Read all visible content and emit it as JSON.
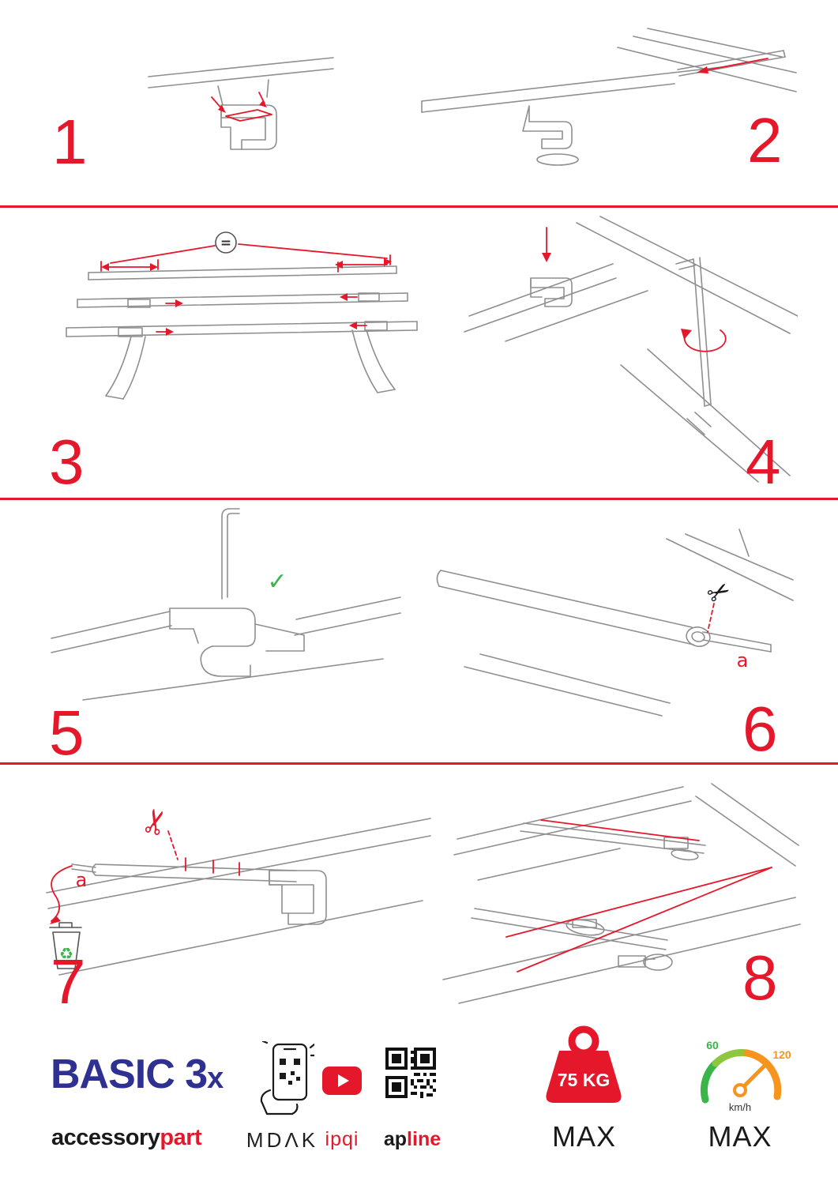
{
  "page": {
    "accent_red": "#e5182b",
    "navy": "#2e3192",
    "green": "#3ab54a",
    "orange": "#f7941d",
    "line_gray": "#8f8f8f"
  },
  "steps": [
    {
      "number": "1"
    },
    {
      "number": "2"
    },
    {
      "number": "3"
    },
    {
      "number": "4"
    },
    {
      "number": "5"
    },
    {
      "number": "6"
    },
    {
      "number": "7"
    },
    {
      "number": "8"
    }
  ],
  "annotations": {
    "equals": "=",
    "label_a": "a",
    "check": "✓"
  },
  "icons": {
    "scissors": "✂",
    "recycle": "♻",
    "youtube": "youtube-play-icon",
    "qr": "qr-code-icon",
    "phone": "phone-scan-icon",
    "weight": "weight-icon",
    "speedometer": "speedometer-icon"
  },
  "footer": {
    "logo_text": "BASIC 3",
    "logo_suffix": "x",
    "brand_black": "accessory",
    "brand_red": "part",
    "mdak": "MDΛK",
    "ipqi": "ipqi",
    "apline_black": "ap",
    "apline_red": "line",
    "weight_value": "75 KG",
    "weight_max": "MAX",
    "speed_low": "60",
    "speed_high": "120",
    "speed_unit": "km/h",
    "speed_max": "MAX"
  }
}
